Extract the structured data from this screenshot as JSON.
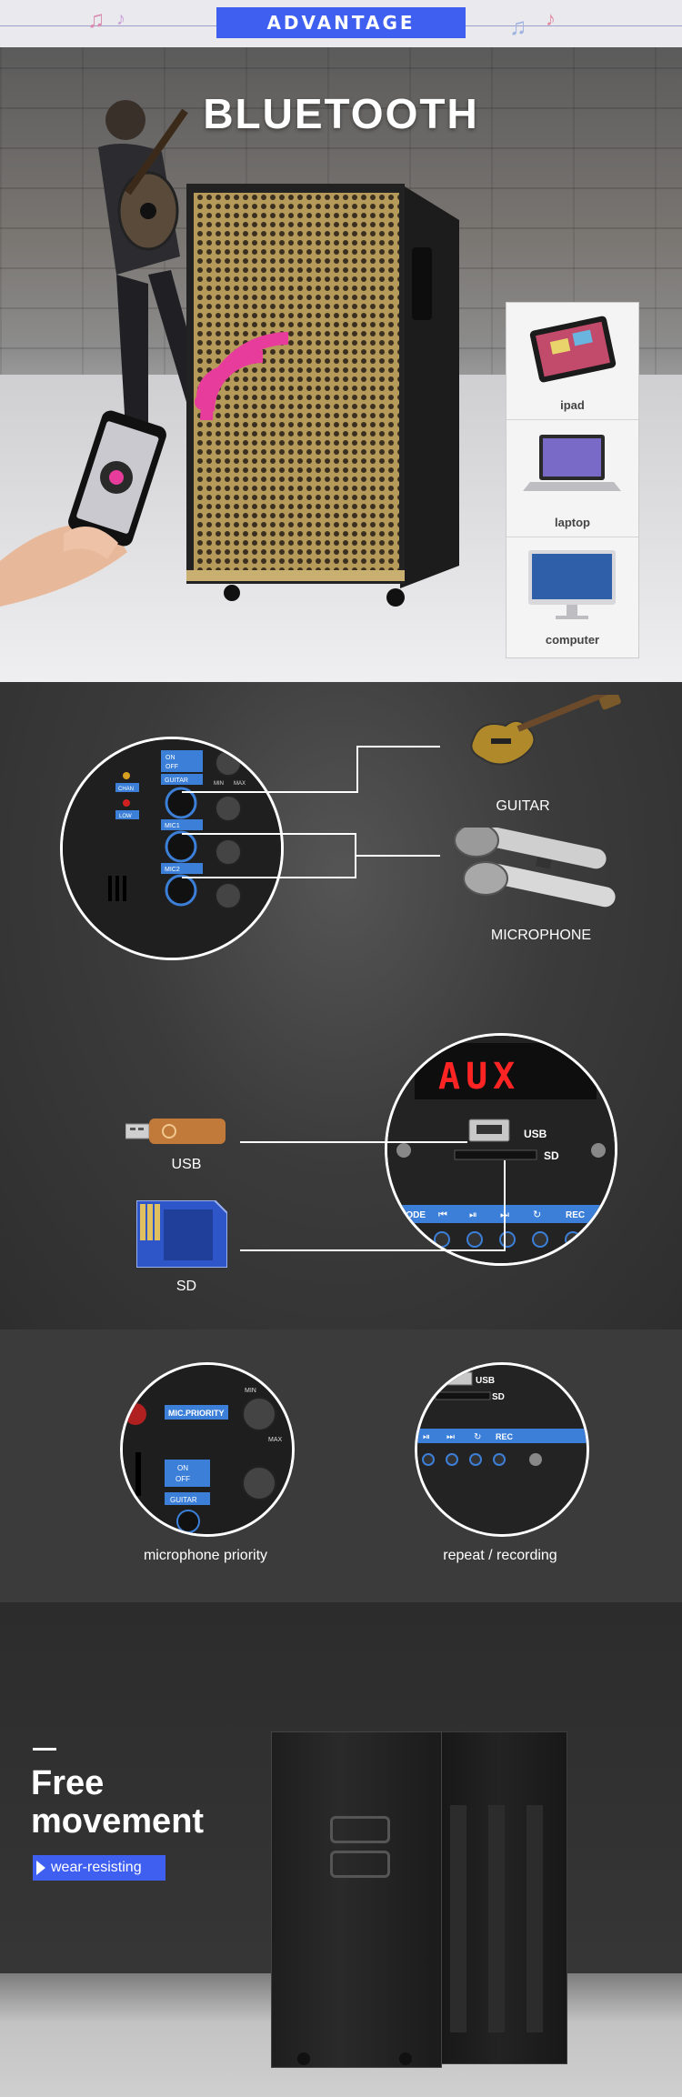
{
  "header": {
    "banner": "ADVANTAGE"
  },
  "bluetooth": {
    "title": "BLUETOOTH",
    "devices": [
      {
        "label": "ipad",
        "icon": "tablet-icon"
      },
      {
        "label": "laptop",
        "icon": "laptop-icon"
      },
      {
        "label": "computer",
        "icon": "monitor-icon"
      }
    ]
  },
  "inputs": {
    "guitar_label": "GUITAR",
    "microphone_label": "MICROPHONE",
    "usb_label": "USB",
    "sd_label": "SD",
    "panel": {
      "on": "ON",
      "off": "OFF",
      "guitar": "GUITAR",
      "mic1": "MIC1",
      "mic2": "MIC2",
      "chan": "CHAN",
      "low": "LOW",
      "min": "MIN",
      "max": "MAX",
      "display": "AUX",
      "usb": "USB",
      "sd": "SD",
      "mode": "MODE",
      "rec": "REC"
    }
  },
  "features": {
    "mic_priority": "microphone priority",
    "repeat_recording": "repeat / recording",
    "panel_mic_priority": "MIC.PRIORITY",
    "panel_on": "ON",
    "panel_off": "OFF",
    "panel_guitar": "GUITAR",
    "panel_min": "MIN",
    "panel_max": "MAX",
    "panel_usb": "USB",
    "panel_sd": "SD",
    "panel_rec": "REC"
  },
  "movement": {
    "title_line1": "Free",
    "title_line2": "movement",
    "tag": "wear-resisting"
  },
  "colors": {
    "accent": "#3e5ff0",
    "bluetooth_wave": "#e83c9c",
    "grille": "#b59a5a"
  }
}
